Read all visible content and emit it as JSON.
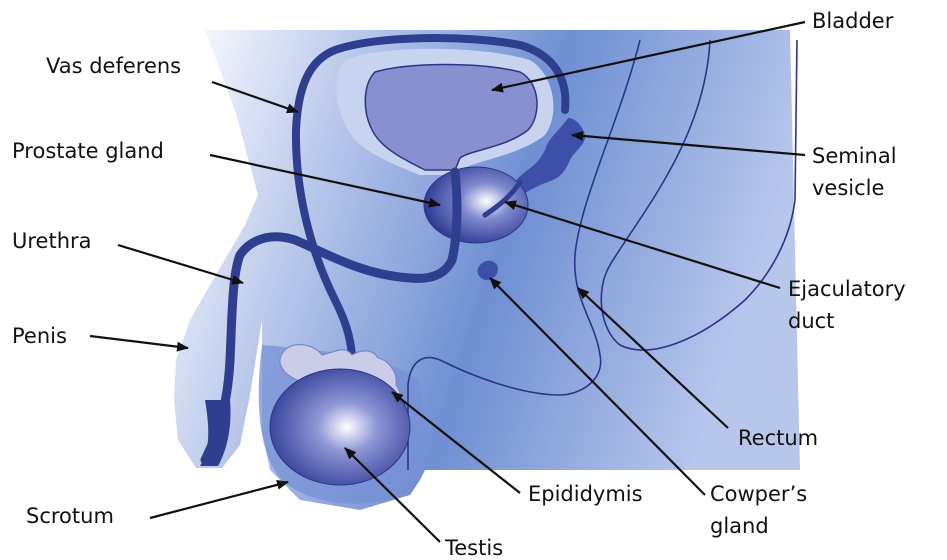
{
  "labels": {
    "bladder": "Bladder",
    "vas_deferens": "Vas deferens",
    "prostate_gland": "Prostate gland",
    "seminal_vesicle_line1": "Seminal",
    "seminal_vesicle_line2": "vesicle",
    "urethra": "Urethra",
    "ejaculatory_duct_line1": "Ejaculatory",
    "ejaculatory_duct_line2": "duct",
    "penis": "Penis",
    "rectum": "Rectum",
    "scrotum": "Scrotum",
    "epididymis": "Epididymis",
    "cowpers_gland_line1": "Cowper’s",
    "cowpers_gland_line2": "gland",
    "testis": "Testis"
  },
  "colors": {
    "body_fill_light": "#eef2fb",
    "body_fill_mid": "#7f9ad6",
    "organ_fill": "#6f7fc6",
    "duct_dark": "#2f3f8f",
    "bladder_fill": "#8791cf",
    "bladder_outline": "#c7d3ef",
    "epididymis_fill": "#c9cde8",
    "outline": "#2b3585"
  }
}
